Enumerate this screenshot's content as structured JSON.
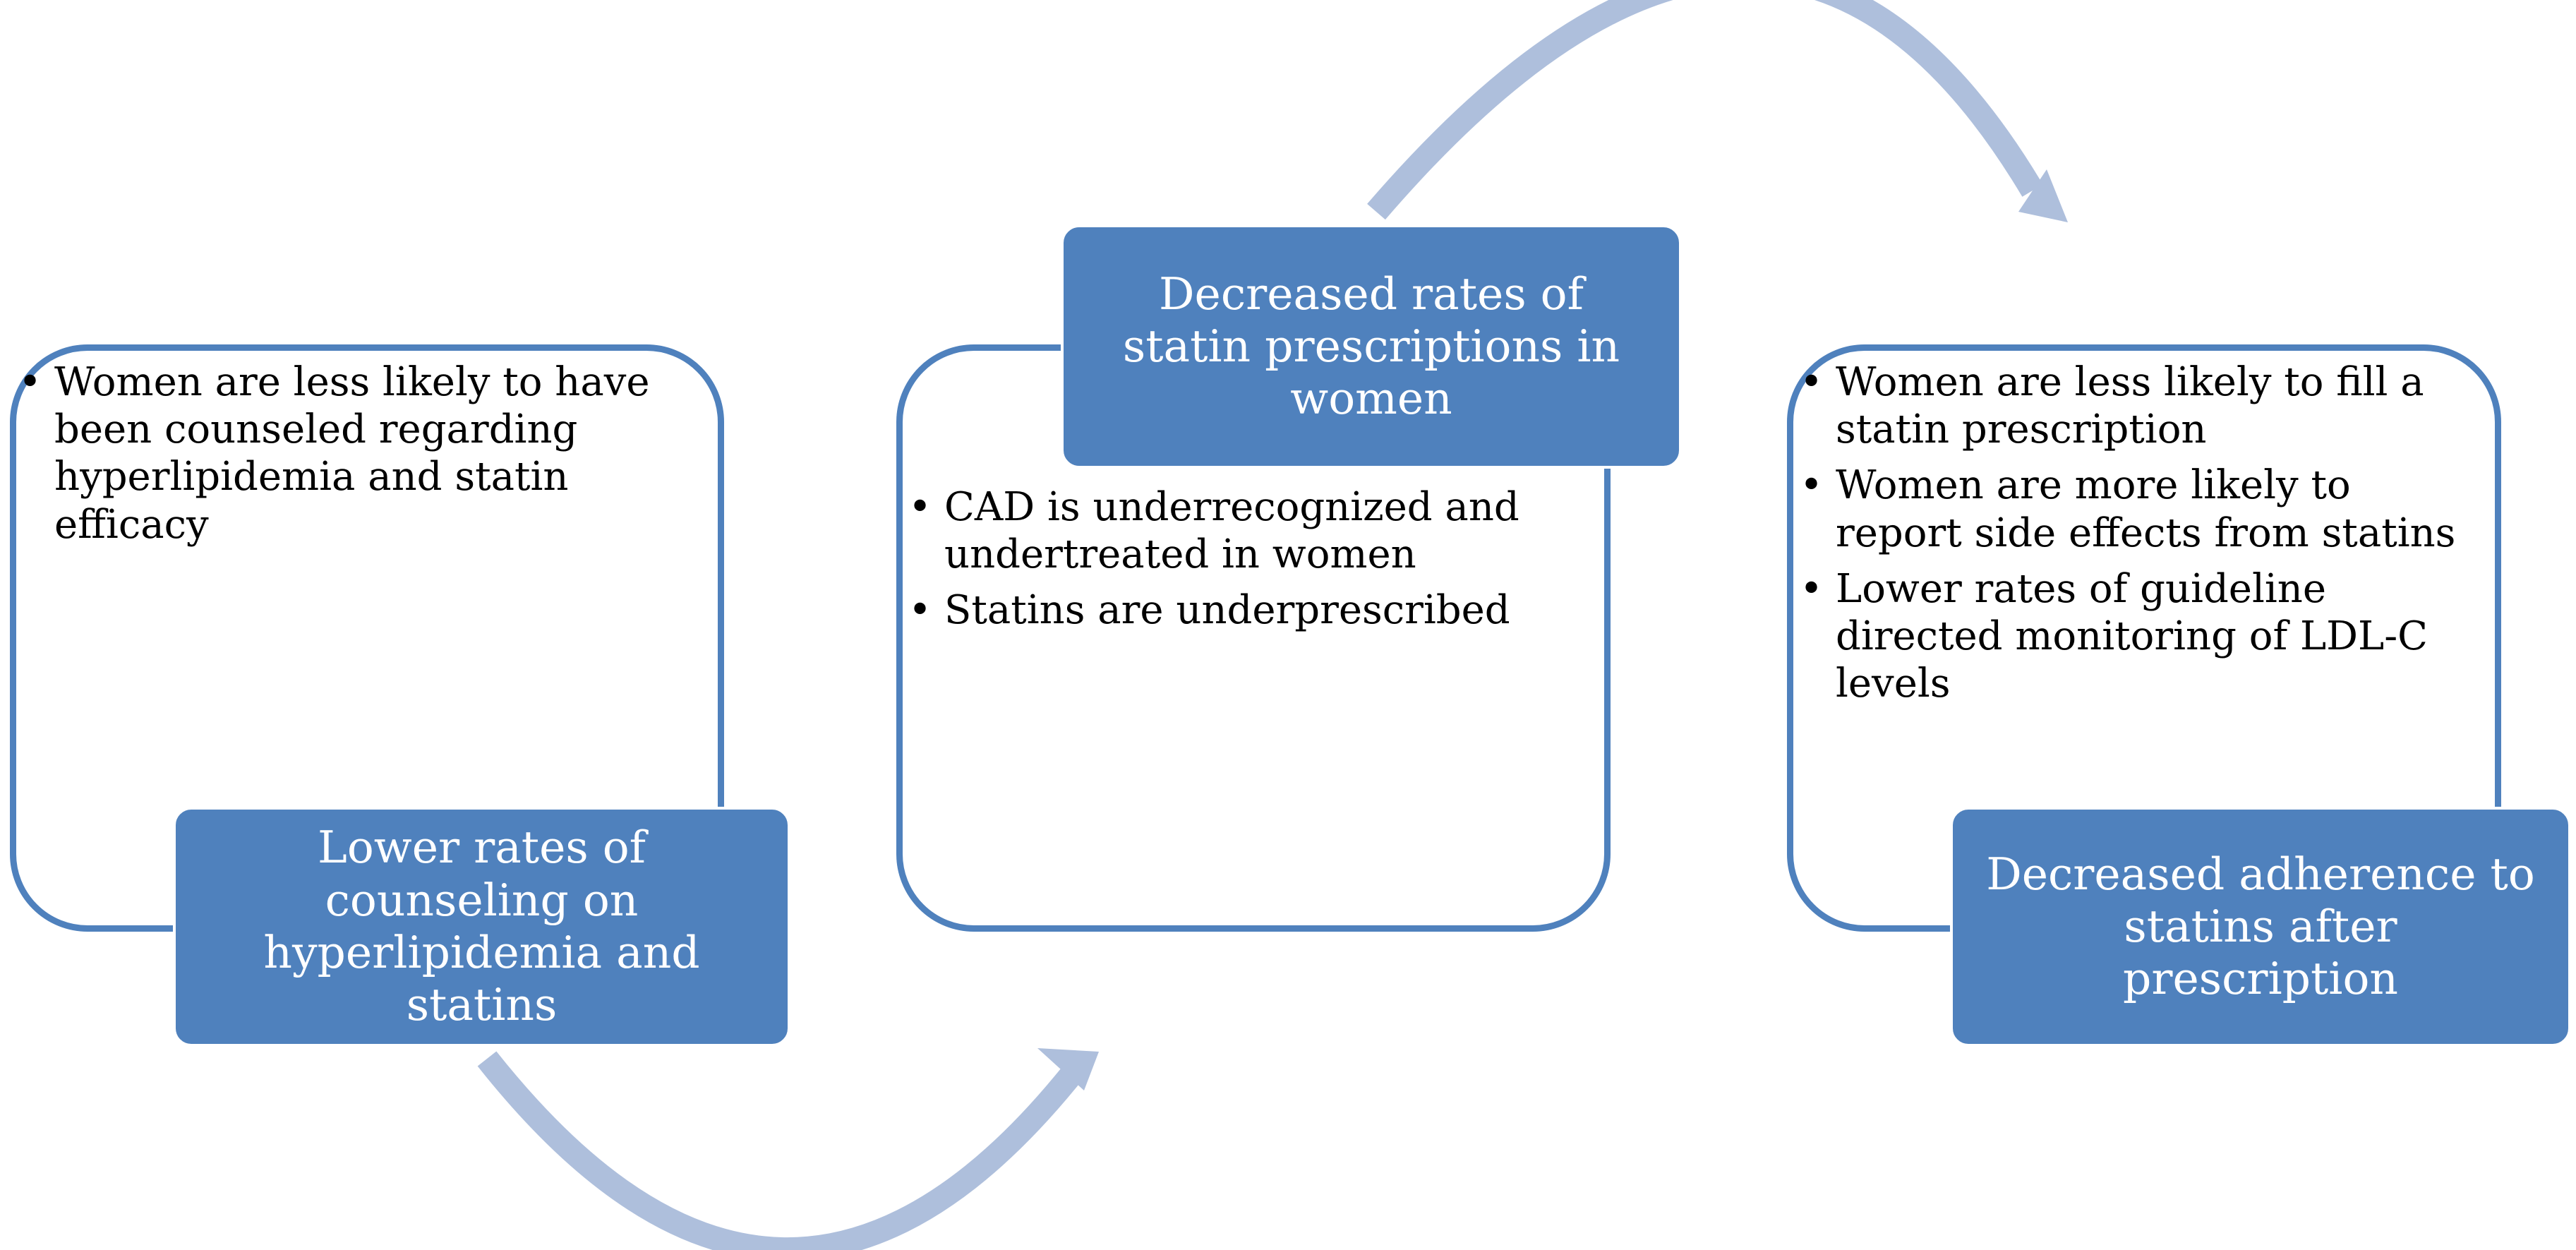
{
  "colors": {
    "box_fill": "#4f81bd",
    "box_outline": "#4f81bd",
    "arrow": "#aebfdc",
    "header_text": "#ffffff",
    "bullet_text": "#000000"
  },
  "steps": [
    {
      "title": "Lower rates of counseling on hyperlipidemia and statins",
      "bullets": [
        "Women are less likely to have been counseled regarding hyperlipidemia and statin efficacy"
      ]
    },
    {
      "title": "Decreased rates of statin prescriptions in women",
      "bullets": [
        "CAD is underrecognized and undertreated in women",
        "Statins are underprescribed"
      ]
    },
    {
      "title": "Decreased adherence to statins after prescription",
      "bullets": [
        "Women are less likely to fill a statin prescription",
        "Women are more likely to report side effects from statins",
        "Lower rates of guideline directed monitoring of LDL-C levels"
      ]
    }
  ]
}
